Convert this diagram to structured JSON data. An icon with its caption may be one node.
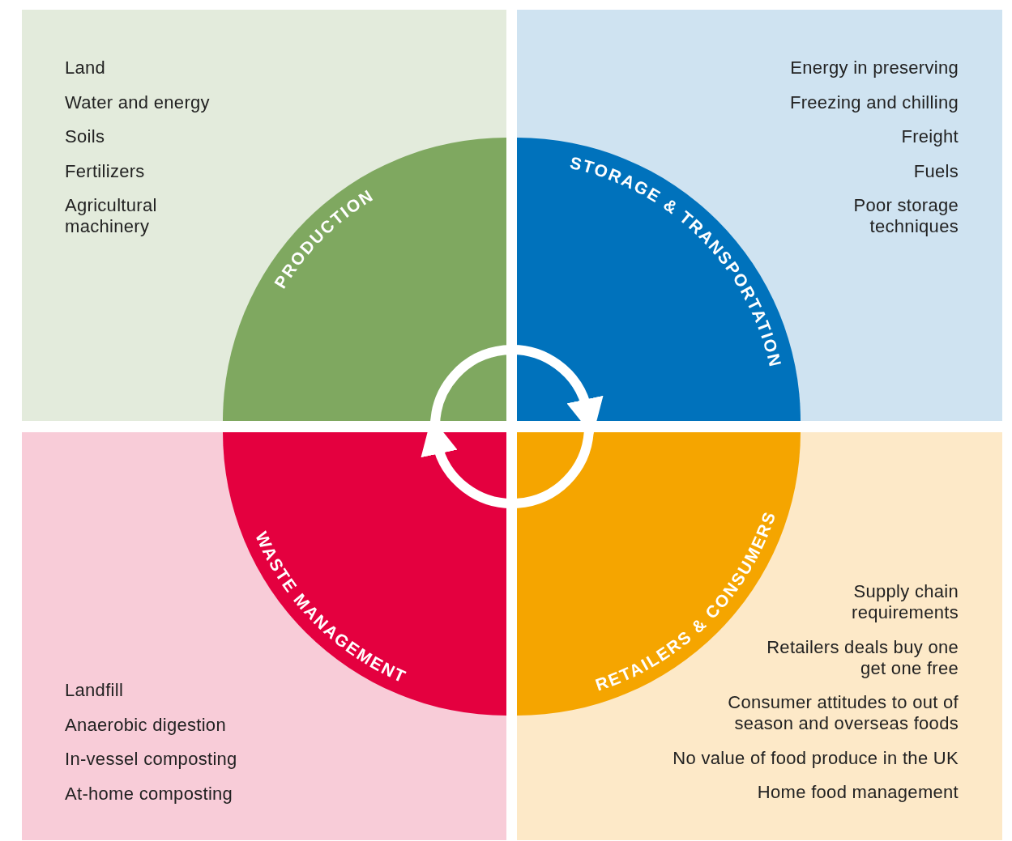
{
  "diagram": {
    "nodes": [
      {
        "text": [
          "Land",
          "Water and energy",
          "Soils",
          "Fertilizers",
          "Agricultural machinery"
        ]
      },
      {
        "text": [
          "PRODUCTION"
        ],
        "in": 0
      },
      {
        "text": [
          "Energy in preserving",
          "Freezing and chilling",
          "Freight",
          "Fuels",
          "Poor storage techniques"
        ]
      },
      {
        "text": [
          "STORAGE & TRANSPORTATION"
        ],
        "in": 2
      },
      {
        "text": [
          "Landfill",
          "Anaerobic digestion",
          "In-vessel composting",
          "At-home composting"
        ]
      },
      {
        "text": [
          "WASTE MANAGEMENT"
        ],
        "in": 4
      },
      {
        "text": [
          "Supply chain requirements",
          "Retailers deals buy one get one free",
          "Consumer attitudes to out of season and overseas foods",
          "No value of food produce in the UK",
          "Home food management"
        ]
      },
      {
        "text": [
          "RETAILERS & CONSUMERS"
        ],
        "in": 6
      }
    ],
    "edges": [
      {
        "from": 1,
        "to": 3,
        "arrow": "to"
      },
      {
        "from": 7,
        "to": 5,
        "arrow": "to"
      }
    ]
  }
}
